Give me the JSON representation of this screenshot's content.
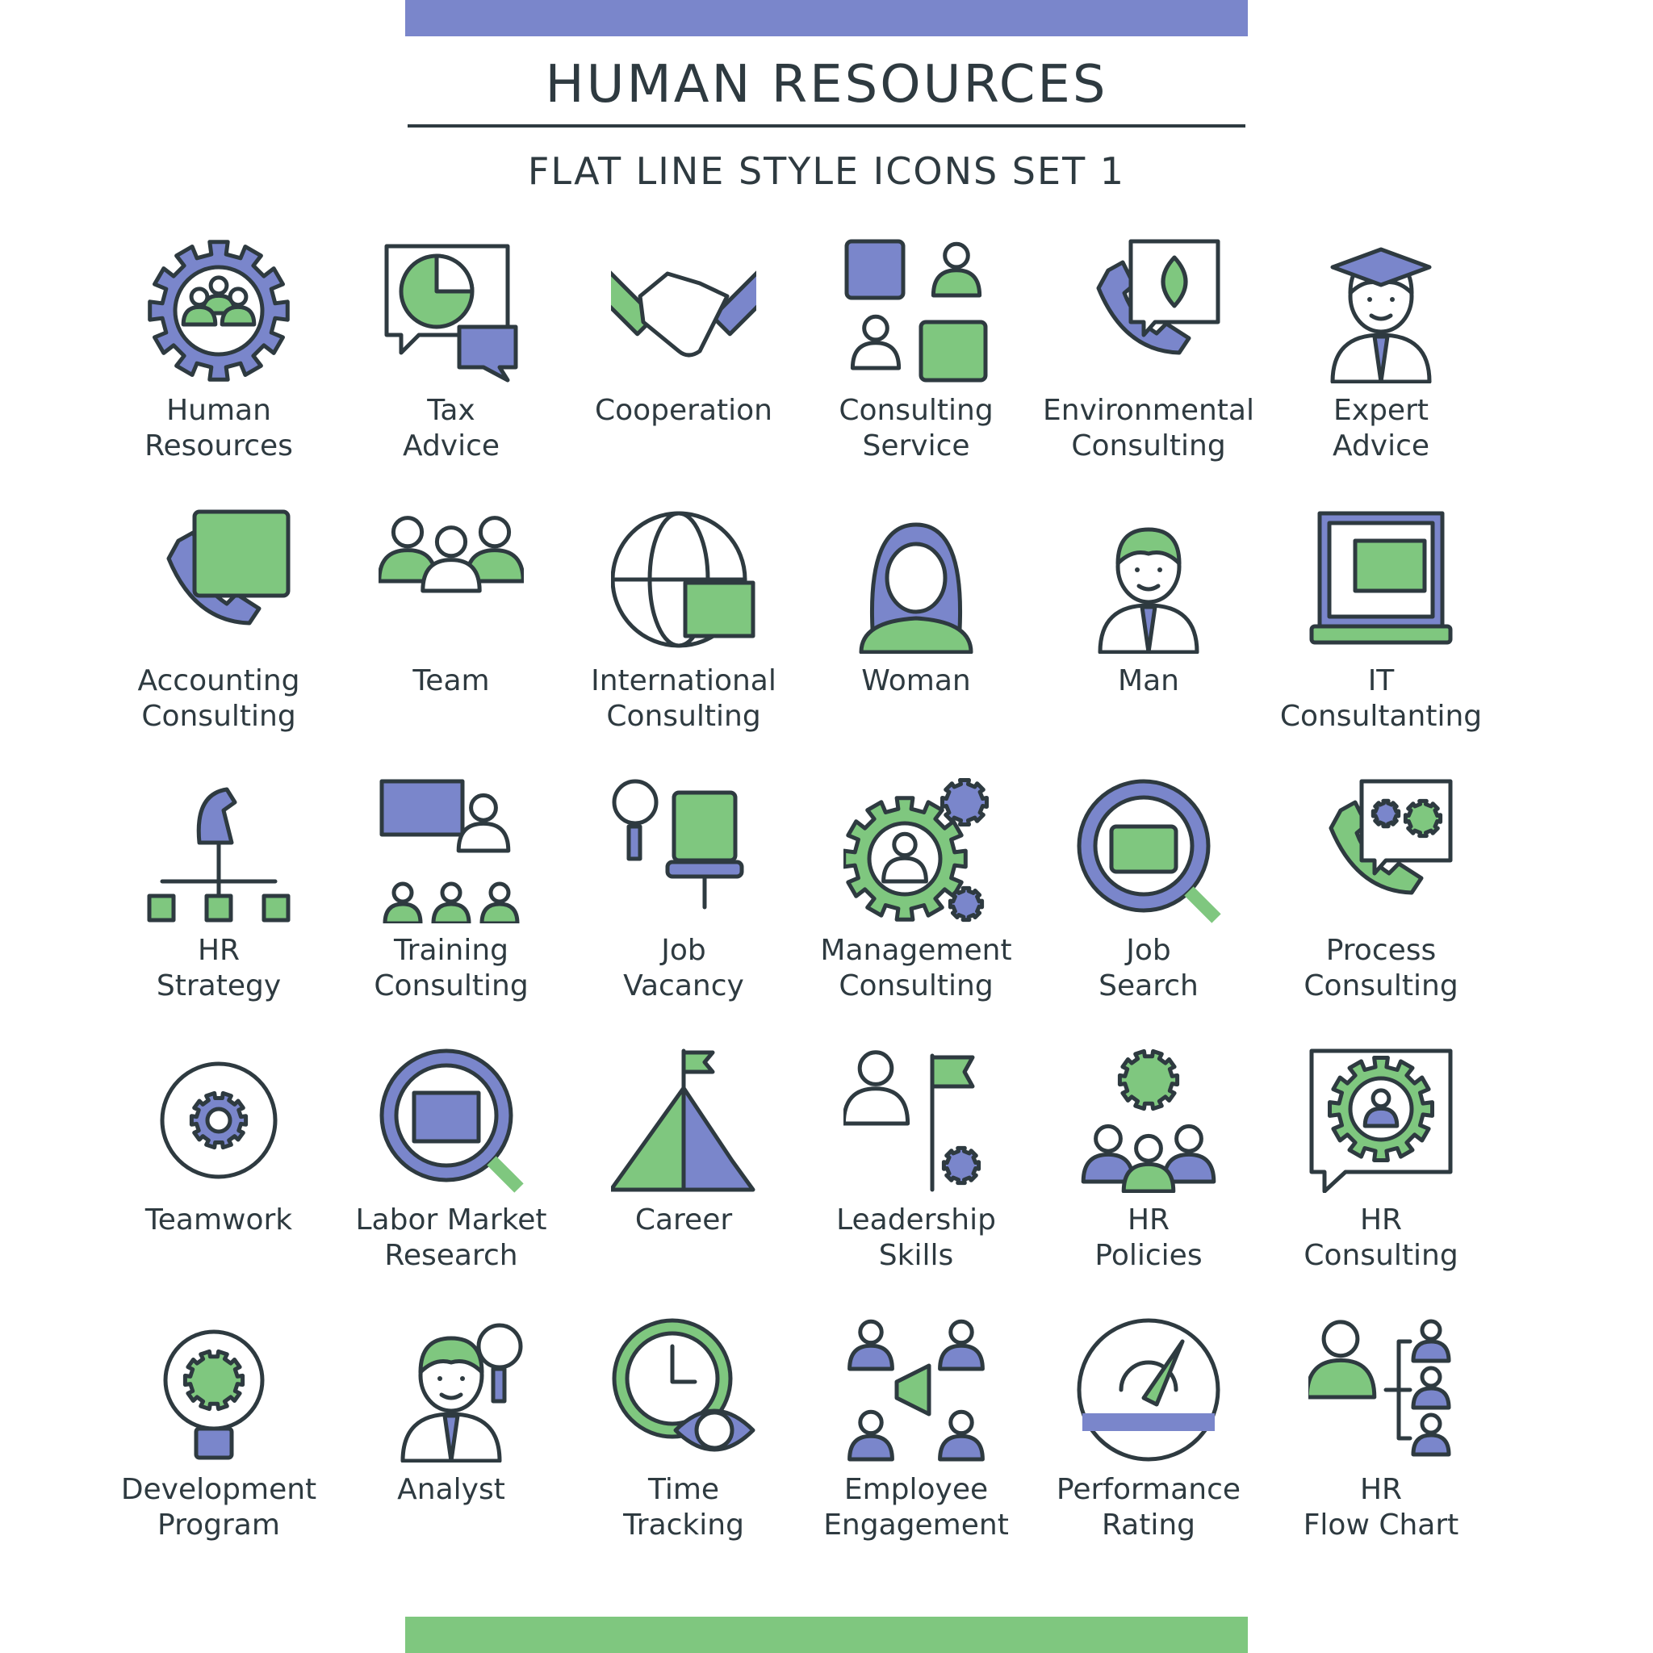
{
  "header": {
    "title": "HUMAN RESOURCES",
    "subtitle": "FLAT LINE STYLE ICONS SET 1"
  },
  "colors": {
    "purple": "#7a86cb",
    "green": "#7fc77f",
    "stroke": "#2e3a40"
  },
  "items": [
    {
      "icon": "gear-people-icon",
      "lines": [
        "Human",
        "Resources"
      ]
    },
    {
      "icon": "tax-chat-icon",
      "lines": [
        "Tax",
        "Advice"
      ]
    },
    {
      "icon": "handshake-icon",
      "lines": [
        "Cooperation"
      ]
    },
    {
      "icon": "consulting-people-icon",
      "lines": [
        "Consulting",
        "Service"
      ]
    },
    {
      "icon": "phone-leaf-icon",
      "lines": [
        "Environmental",
        "Consulting"
      ]
    },
    {
      "icon": "graduate-icon",
      "lines": [
        "Expert",
        "Advice"
      ]
    },
    {
      "icon": "phone-calculator-icon",
      "lines": [
        "Accounting",
        "Consulting"
      ]
    },
    {
      "icon": "team-icon",
      "lines": [
        "Team"
      ]
    },
    {
      "icon": "globe-chat-icon",
      "lines": [
        "International",
        "Consulting"
      ]
    },
    {
      "icon": "woman-icon",
      "lines": [
        "Woman"
      ]
    },
    {
      "icon": "man-icon",
      "lines": [
        "Man"
      ]
    },
    {
      "icon": "laptop-chat-icon",
      "lines": [
        "IT",
        "Consultanting"
      ]
    },
    {
      "icon": "chess-knight-icon",
      "lines": [
        "HR",
        "Strategy"
      ]
    },
    {
      "icon": "training-board-icon",
      "lines": [
        "Training",
        "Consulting"
      ]
    },
    {
      "icon": "office-chair-icon",
      "lines": [
        "Job",
        "Vacancy"
      ]
    },
    {
      "icon": "gears-person-icon",
      "lines": [
        "Management",
        "Consulting"
      ]
    },
    {
      "icon": "briefcase-magnifier-icon",
      "lines": [
        "Job",
        "Search"
      ]
    },
    {
      "icon": "phone-gears-icon",
      "lines": [
        "Process",
        "Consulting"
      ]
    },
    {
      "icon": "hands-gear-icon",
      "lines": [
        "Teamwork"
      ]
    },
    {
      "icon": "store-magnifier-icon",
      "lines": [
        "Labor Market",
        "Research"
      ]
    },
    {
      "icon": "mountain-flag-icon",
      "lines": [
        "Career"
      ]
    },
    {
      "icon": "leader-flag-icon",
      "lines": [
        "Leadership",
        "Skills"
      ]
    },
    {
      "icon": "group-gear-icon",
      "lines": [
        "HR",
        "Policies"
      ]
    },
    {
      "icon": "chat-gear-icon",
      "lines": [
        "HR",
        "Consulting"
      ]
    },
    {
      "icon": "bulb-gear-icon",
      "lines": [
        "Development",
        "Program"
      ]
    },
    {
      "icon": "analyst-icon",
      "lines": [
        "Analyst"
      ]
    },
    {
      "icon": "clock-eye-icon",
      "lines": [
        "Time",
        "Tracking"
      ]
    },
    {
      "icon": "megaphone-people-icon",
      "lines": [
        "Employee",
        "Engagement"
      ]
    },
    {
      "icon": "gauge-stars-icon",
      "lines": [
        "Performance",
        "Rating"
      ]
    },
    {
      "icon": "flow-chart-icon",
      "lines": [
        "HR",
        "Flow Chart"
      ]
    }
  ]
}
